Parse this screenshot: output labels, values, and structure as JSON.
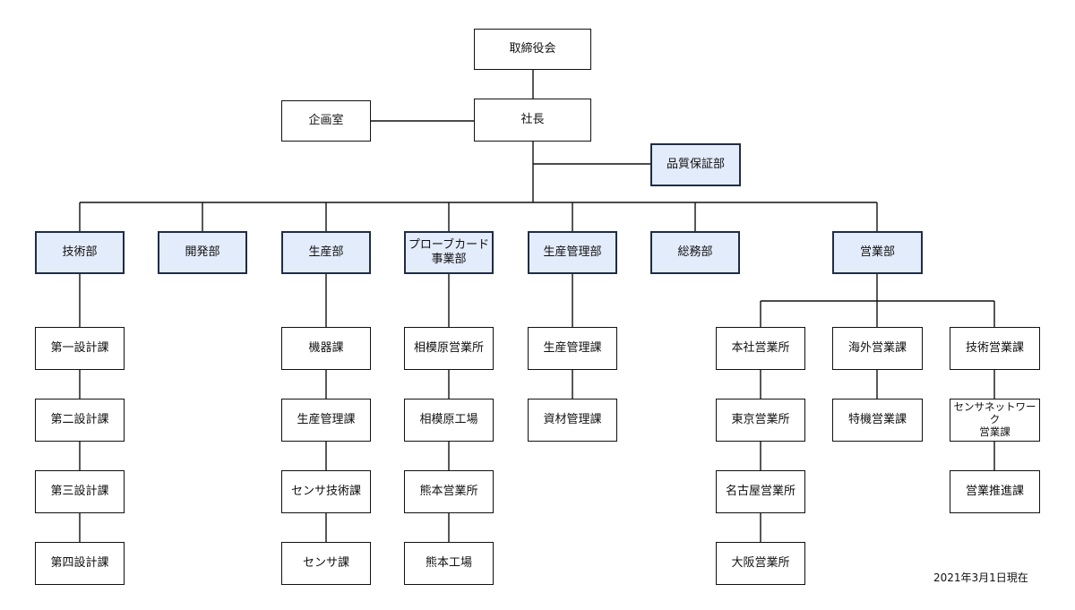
{
  "board": "取締役会",
  "president": "社長",
  "planning": "企画室",
  "qa": "品質保証部",
  "departments": {
    "tech": "技術部",
    "dev": "開発部",
    "prod": "生産部",
    "probe": "プローブカード\n事業部",
    "pc": "生産管理部",
    "ga": "総務部",
    "sales": "営業部"
  },
  "sections": {
    "tech": [
      "第一設計課",
      "第二設計課",
      "第三設計課",
      "第四設計課"
    ],
    "prod": [
      "機器課",
      "生産管理課",
      "センサ技術課",
      "センサ課"
    ],
    "probe": [
      "相模原営業所",
      "相模原工場",
      "熊本営業所",
      "熊本工場"
    ],
    "pc": [
      "生産管理課",
      "資材管理課"
    ],
    "sales_domestic": [
      "本社営業所",
      "東京営業所",
      "名古屋営業所",
      "大阪営業所"
    ],
    "sales_overseas": [
      "海外営業課",
      "特機営業課"
    ],
    "sales_tech": [
      "技術営業課",
      "センサネットワーク\n営業課",
      "営業推進課"
    ]
  },
  "as_of": "2021年3月1日現在",
  "colors": {
    "department_fill": "#e3ecfb",
    "department_border": "#1f2d45",
    "line": "#111111"
  }
}
